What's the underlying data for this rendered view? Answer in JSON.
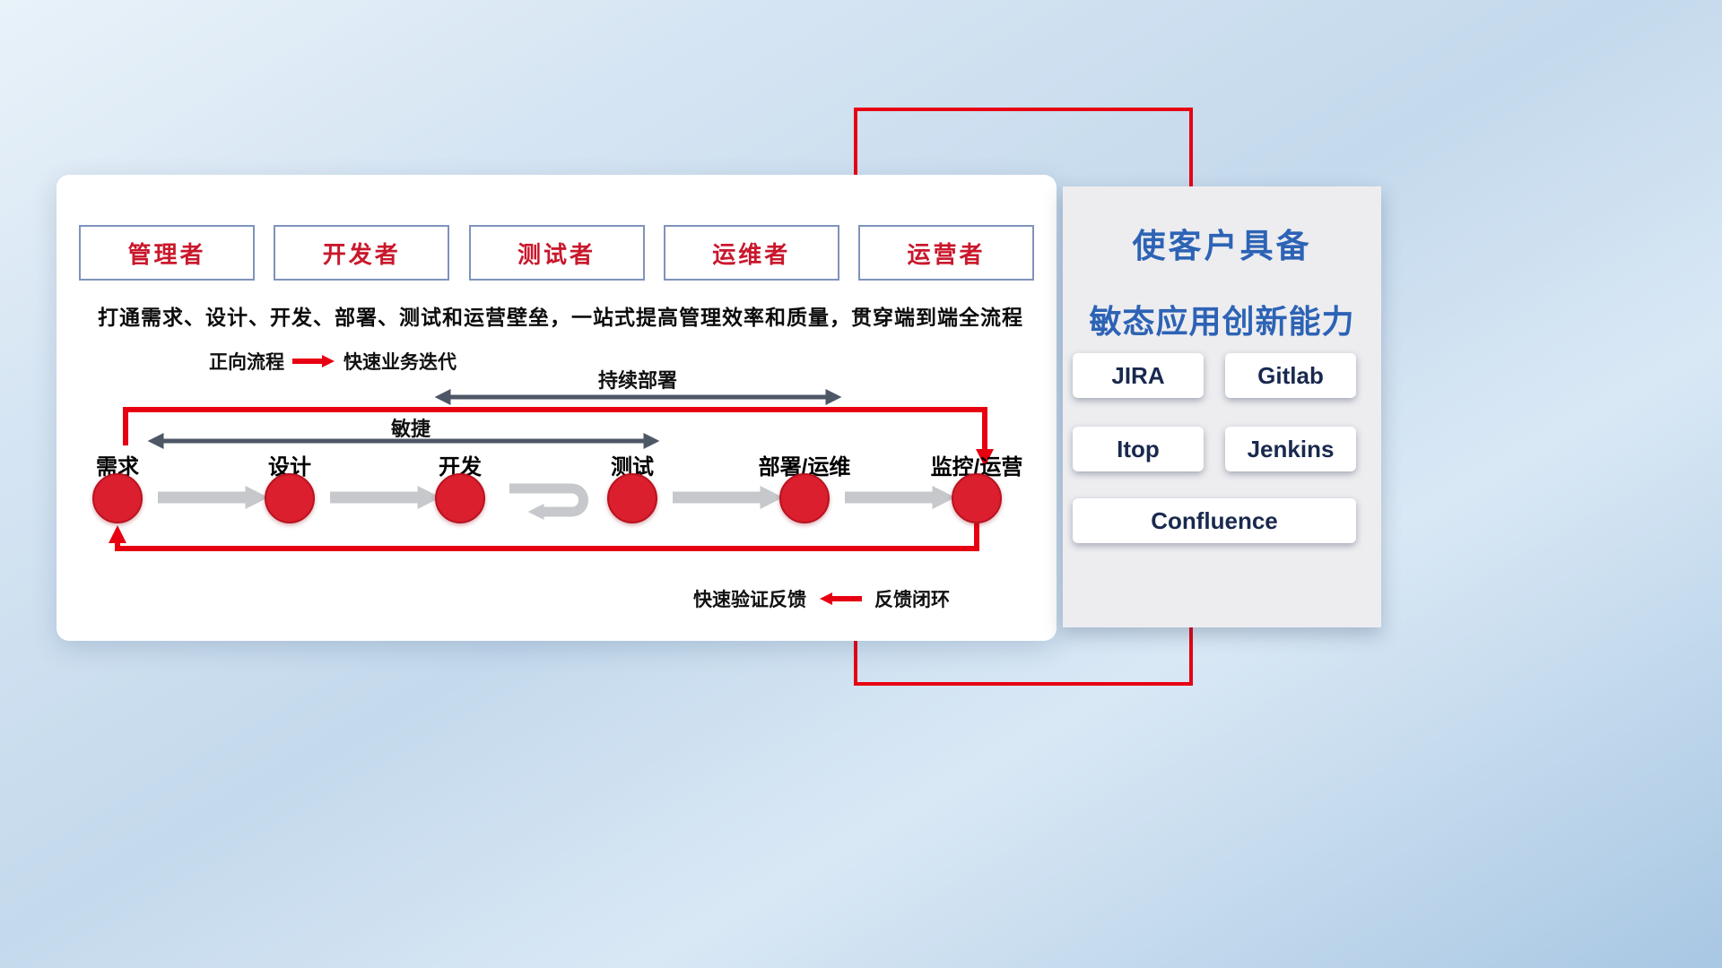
{
  "main_panel": {
    "roles": [
      "管理者",
      "开发者",
      "测试者",
      "运维者",
      "运营者"
    ],
    "subtitle": "打通需求、设计、开发、部署、测试和运营壁垒，一站式提高管理效率和质量，贯穿端到端全流程",
    "forward_legend": {
      "label": "正向流程",
      "caption": "快速业务迭代"
    },
    "continuous_deploy_label": "持续部署",
    "agile_label": "敏捷",
    "stages": [
      "需求",
      "设计",
      "开发",
      "测试",
      "部署/运维",
      "监控/运营"
    ],
    "feedback_legend": {
      "caption": "快速验证反馈",
      "label": "反馈闭环"
    }
  },
  "side_panel": {
    "title_line1": "使客户具备",
    "title_line2": "敏态应用创新能力",
    "tools": [
      "JIRA",
      "Gitlab",
      "Itop",
      "Jenkins",
      "Confluence"
    ]
  },
  "colors": {
    "accent_red": "#e60012",
    "title_blue": "#2d63b5",
    "role_text_red": "#c9182c",
    "dark_arrow": "#4d5766",
    "gray_arrow": "#c6c8cc"
  }
}
